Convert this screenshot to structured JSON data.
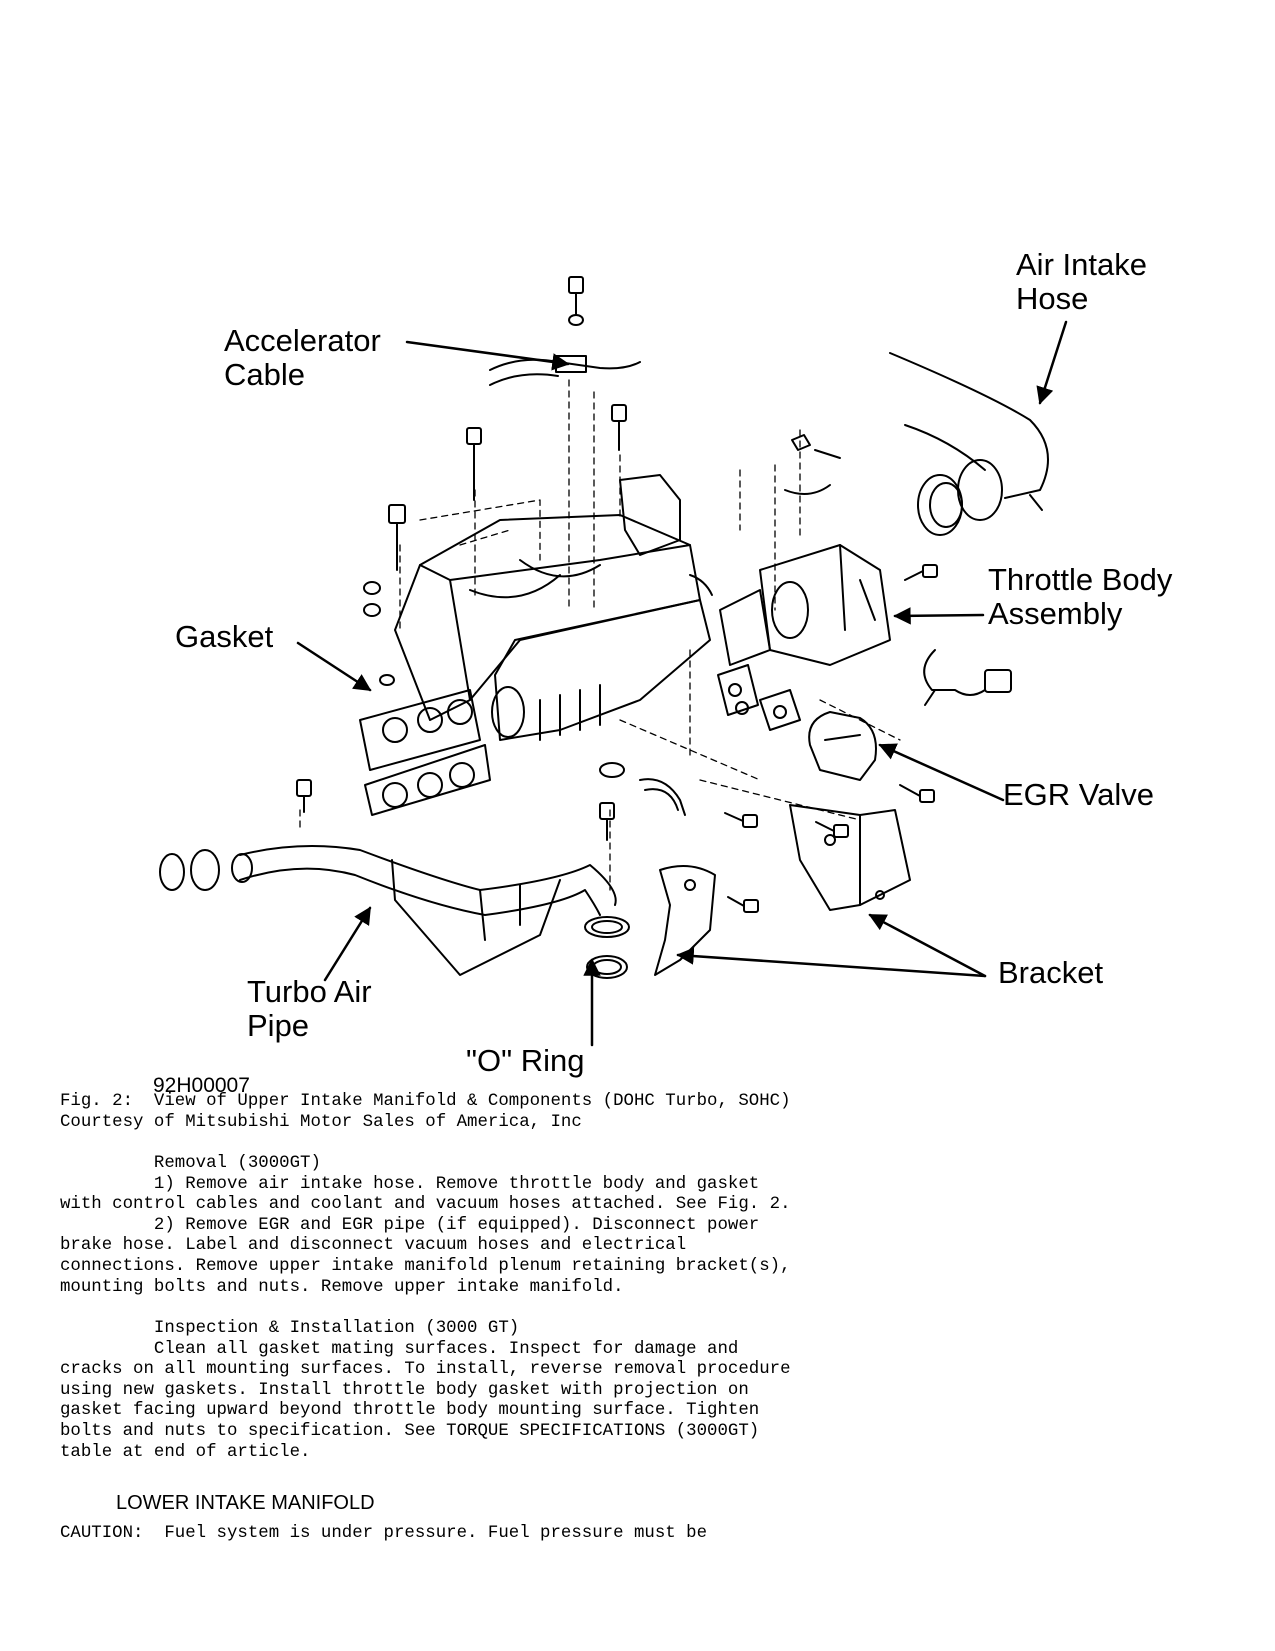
{
  "figure": {
    "labels": {
      "air_intake_hose": "Air Intake\nHose",
      "accelerator_cable": "Accelerator\nCable",
      "throttle_body": "Throttle Body\nAssembly",
      "gasket": "Gasket",
      "egr_valve": "EGR Valve",
      "bracket": "Bracket",
      "turbo_air_pipe": "Turbo Air\nPipe",
      "o_ring": "\"O\" Ring"
    },
    "figure_number": "92H00007"
  },
  "caption": {
    "line1": "Fig. 2:  View of Upper Intake Manifold & Components (DOHC Turbo, SOHC)",
    "line2": "Courtesy of Mitsubishi Motor Sales of America, Inc"
  },
  "removal": {
    "heading": "         Removal (3000GT)",
    "body": "         1) Remove air intake hose. Remove throttle body and gasket\nwith control cables and coolant and vacuum hoses attached. See Fig. 2.\n         2) Remove EGR and EGR pipe (if equipped). Disconnect power\nbrake hose. Label and disconnect vacuum hoses and electrical\nconnections. Remove upper intake manifold plenum retaining bracket(s),\nmounting bolts and nuts. Remove upper intake manifold."
  },
  "inspection": {
    "heading": "         Inspection & Installation (3000 GT)",
    "body": "         Clean all gasket mating surfaces. Inspect for damage and\ncracks on all mounting surfaces. To install, reverse removal procedure\nusing new gaskets. Install throttle body gasket with projection on\ngasket facing upward beyond throttle body mounting surface. Tighten\nbolts and nuts to specification. See TORQUE SPECIFICATIONS (3000GT)\ntable at end of article."
  },
  "section_heading": "LOWER INTAKE MANIFOLD",
  "caution": "CAUTION:  Fuel system is under pressure. Fuel pressure must be"
}
